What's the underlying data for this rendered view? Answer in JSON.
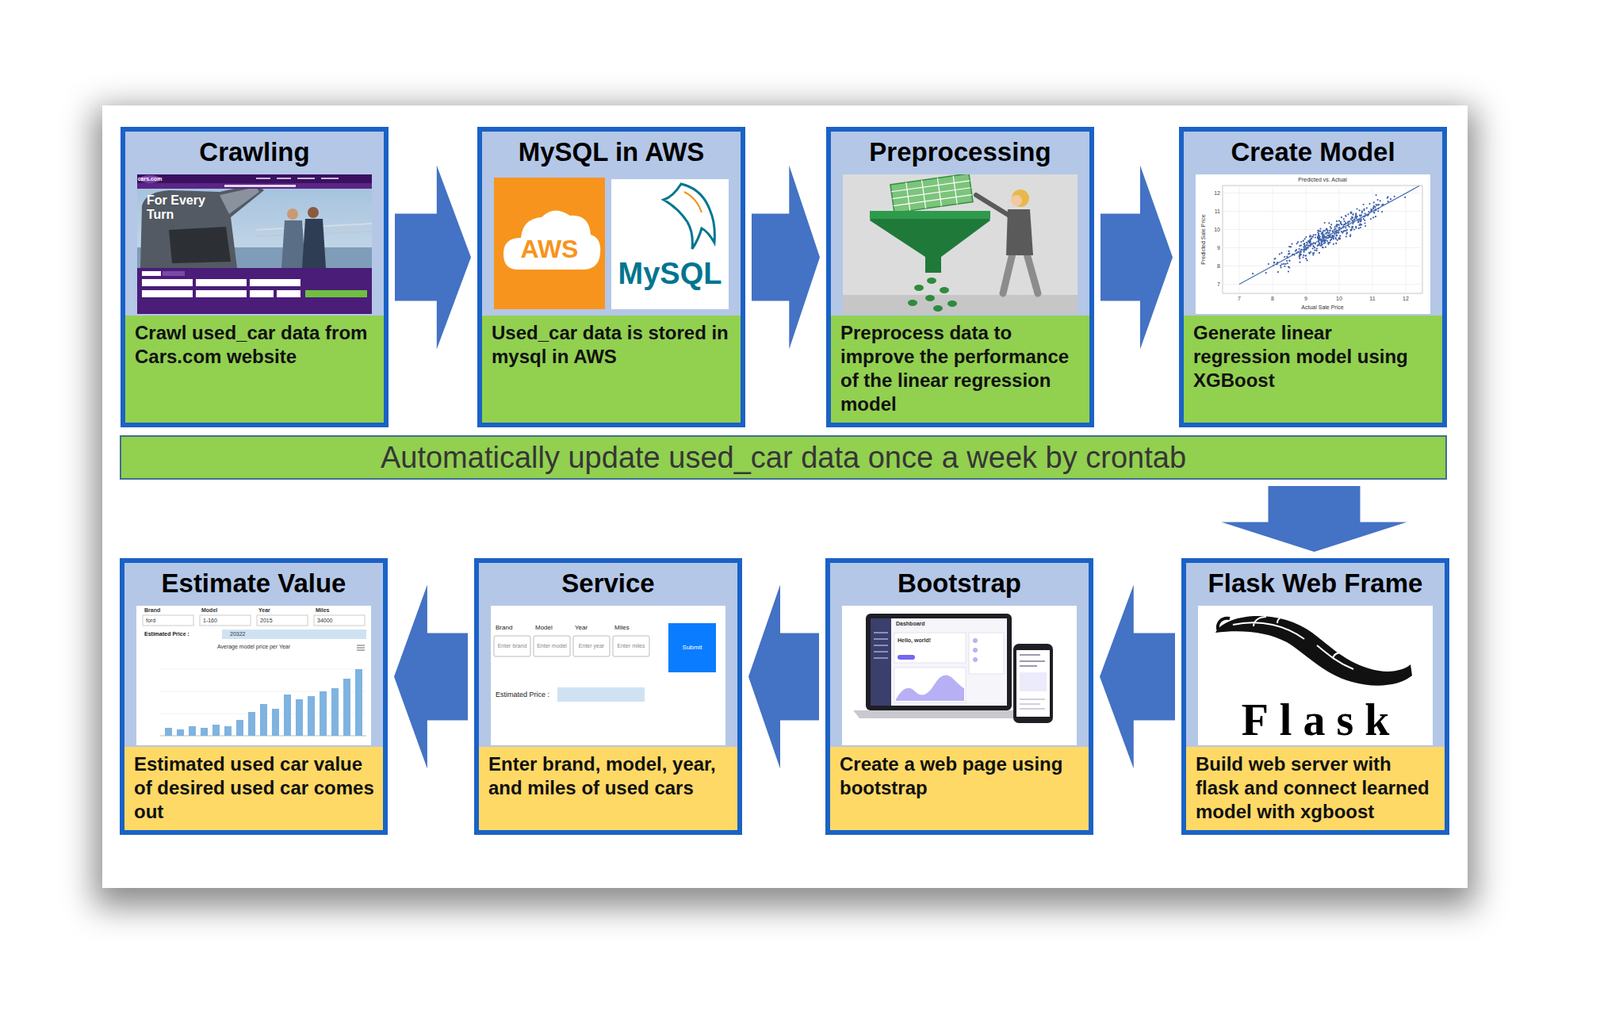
{
  "diagram": {
    "nodes": [
      {
        "text": [
          "Crawling",
          "Crawl used_car data from Cars.com website"
        ]
      },
      {
        "text": [
          "MySQL in AWS",
          "Used_car data is stored in mysql in AWS"
        ]
      },
      {
        "text": [
          "Preprocessing",
          "Preprocess data to improve the performance of the linear regression model"
        ]
      },
      {
        "text": [
          "Create Model",
          "Generate linear regression model using XGBoost"
        ]
      },
      {
        "text": [
          "Automatically update used_car data once a week by crontab"
        ]
      },
      {
        "text": [
          "Estimate Value",
          "Estimated used car value of desired used car comes out"
        ]
      },
      {
        "text": [
          "Service",
          "Enter brand, model, year, and miles of used cars"
        ]
      },
      {
        "text": [
          "Bootstrap",
          "Create a web page using bootstrap"
        ]
      },
      {
        "text": [
          "Flask Web Frame",
          "Build web server with flask and connect learned model with xgboost"
        ]
      }
    ],
    "edges": [
      {
        "from": 0,
        "to": 1,
        "arrow": "to"
      },
      {
        "from": 1,
        "to": 2,
        "arrow": "to"
      },
      {
        "from": 2,
        "to": 3,
        "arrow": "to"
      },
      {
        "from": 4,
        "to": 8,
        "arrow": "to"
      },
      {
        "from": 8,
        "to": 7,
        "arrow": "to"
      },
      {
        "from": 7,
        "to": 6,
        "arrow": "to"
      },
      {
        "from": 6,
        "to": 5,
        "arrow": "to"
      }
    ],
    "labels": [
      "cars.com",
      "For Every Turn",
      "AWS",
      "MySQL",
      "Predicted vs. Actual",
      "7",
      "8",
      "9",
      "10",
      "11",
      "12",
      "7",
      "8",
      "9",
      "10",
      "11",
      "12",
      "Actual Sale Price",
      "Predicted Sale Price",
      "Brand",
      "Model",
      "Year",
      "Miles",
      "ford",
      "1-160",
      "2015",
      "34000",
      "Estimated Price :",
      "20322",
      "Average model price per Year",
      "Brand",
      "Model",
      "Year",
      "Miles",
      "Enter brand",
      "Enter model",
      "Enter year",
      "Enter miles",
      "Submit",
      "Estimated Price :",
      "Dashboard",
      "Hello, world!",
      "Flask"
    ]
  }
}
